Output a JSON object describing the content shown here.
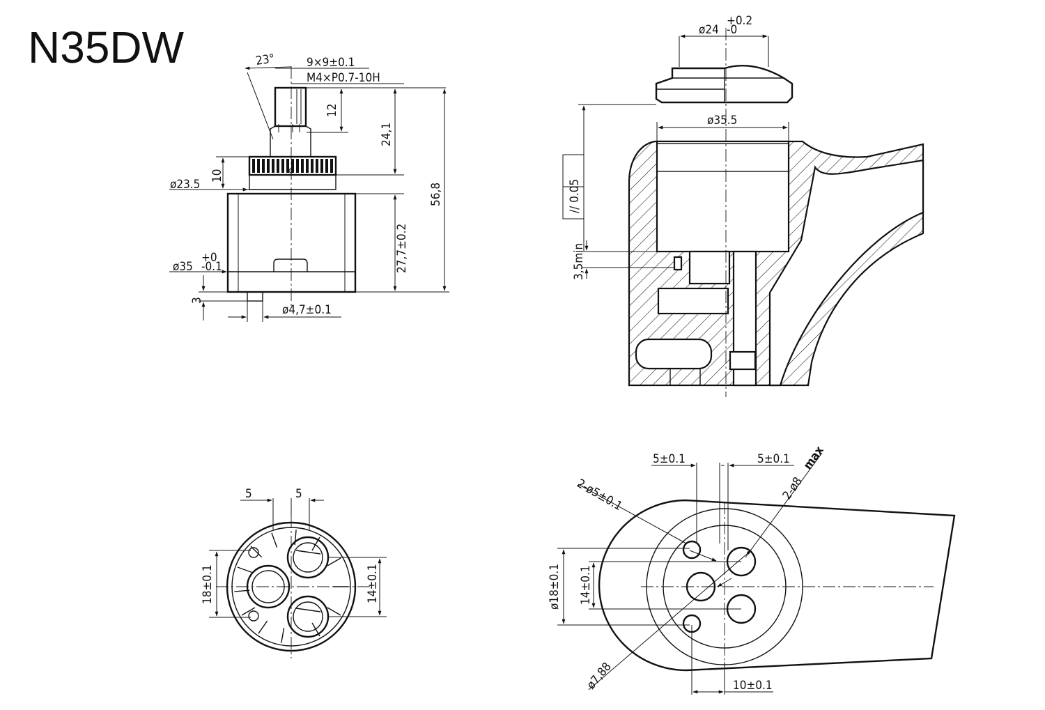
{
  "title": "N35DW",
  "side_view": {
    "angle": "23°",
    "stem_square": "9×9±0.1",
    "thread": "M4×P0.7-10H",
    "stem_len": "12",
    "upper_h": "24,1",
    "total_h": "56,8",
    "ring_h": "10",
    "ring_d": "ø23.5",
    "body_d_main": "ø35",
    "body_d_tol_up": "+0",
    "body_d_tol_lo": "-0.1",
    "body_h": "27,7±0.2",
    "pin_h": "3",
    "pin_d": "ø4,7±0.1"
  },
  "section_view": {
    "nut_d_main": "ø24",
    "nut_d_tol_up": "+0.2",
    "nut_d_tol_lo": "-0",
    "bore_d": "ø35.5",
    "parallelism": "// 0.05",
    "min_depth": "3,5min"
  },
  "bottom_view": {
    "spacing_left": "5",
    "spacing_right": "5",
    "v_dim_left": "18±0.1",
    "v_dim_right": "14±0.1"
  },
  "housing_view": {
    "spacing_left": "5±0.1",
    "spacing_right": "5±0.1",
    "small_holes_main": "2-ø5±0.1",
    "large_holes_main": "2-ø8",
    "large_holes_sub": "max",
    "v_dim_outer": "ø18±0.1",
    "v_dim_inner": "14±0.1",
    "center_d": "ø7,88",
    "h_dim": "10±0.1"
  }
}
